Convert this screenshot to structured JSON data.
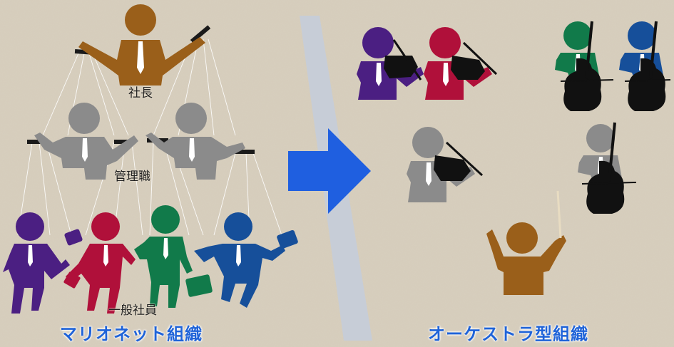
{
  "left": {
    "caption": "マリオネット組織",
    "label_president": "社長",
    "label_managers": "管理職",
    "label_employees": "一般社員"
  },
  "right": {
    "caption": "オーケストラ型組織"
  },
  "colors": {
    "background": "#d8cfbe",
    "president": "#9a5f1a",
    "manager": "#8a8a8a",
    "purple": "#4b1f82",
    "crimson": "#b0103a",
    "green": "#117a4a",
    "blue": "#164f9a",
    "arrow": "#1f5fe0",
    "divider": "#c7cdd7",
    "caption": "#1f63d8"
  },
  "icons": [
    "puppeteer-figure",
    "puppet-figure",
    "violinist-figure",
    "cellist-figure",
    "conductor-figure",
    "arrow-right-icon",
    "briefcase-icon"
  ]
}
